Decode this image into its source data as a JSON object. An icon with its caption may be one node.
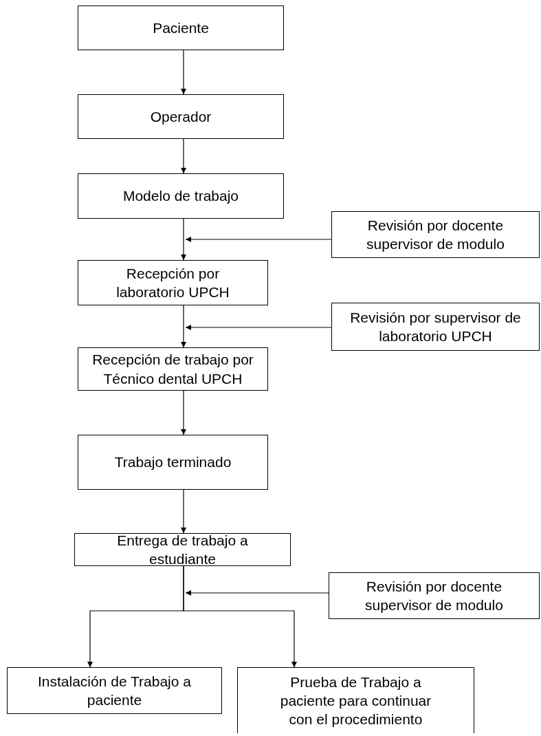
{
  "diagram": {
    "nodes": [
      {
        "text": [
          "Paciente"
        ]
      },
      {
        "text": [
          "Operador"
        ]
      },
      {
        "text": [
          "Modelo de trabajo"
        ]
      },
      {
        "text": [
          "Revisión por docente supervisor de modulo"
        ]
      },
      {
        "text": [
          "Recepción por laboratorio UPCH"
        ]
      },
      {
        "text": [
          "Revisión por supervisor de laboratorio UPCH"
        ]
      },
      {
        "text": [
          "Recepción de trabajo por Técnico dental UPCH"
        ]
      },
      {
        "text": [
          "Trabajo terminado"
        ]
      },
      {
        "text": [
          "Entrega de trabajo a estudiante"
        ]
      },
      {
        "text": [
          "Revisión por docente supervisor de modulo"
        ]
      },
      {
        "text": [
          "Instalación de Trabajo a paciente"
        ]
      },
      {
        "text": [
          "Prueba de Trabajo a paciente para continuar con el procedimiento"
        ]
      }
    ],
    "edges": [
      {
        "from": 0,
        "to": 1,
        "arrow": "to"
      },
      {
        "from": 1,
        "to": 2,
        "arrow": "to"
      },
      {
        "from": 2,
        "to": 4,
        "arrow": "to"
      },
      {
        "from": 3,
        "to": null,
        "arrow": "to"
      },
      {
        "from": 4,
        "to": 6,
        "arrow": "to"
      },
      {
        "from": 5,
        "to": null,
        "arrow": "to"
      },
      {
        "from": 6,
        "to": 7,
        "arrow": "to"
      },
      {
        "from": 7,
        "to": 8,
        "arrow": "to"
      },
      {
        "from": 8,
        "to": 10,
        "arrow": "to"
      },
      {
        "from": 8,
        "to": 11,
        "arrow": "to"
      },
      {
        "from": 9,
        "to": null,
        "arrow": "to"
      }
    ]
  }
}
